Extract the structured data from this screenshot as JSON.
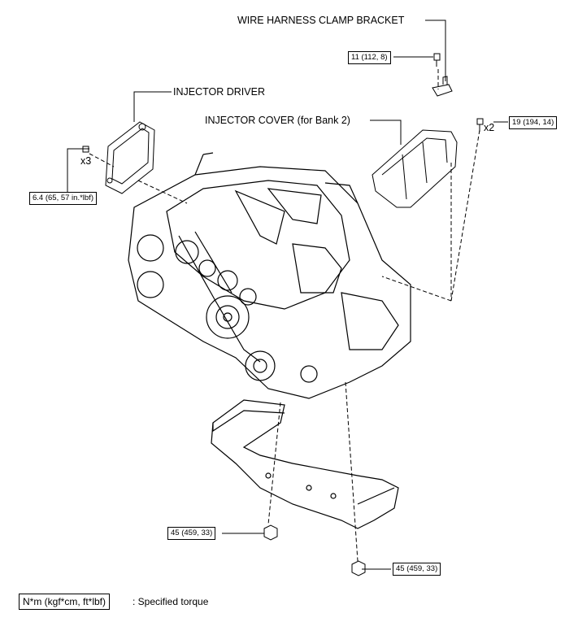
{
  "labels": {
    "wire_harness_bracket": "WIRE HARNESS CLAMP BRACKET",
    "injector_driver": "INJECTOR DRIVER",
    "injector_cover": "INJECTOR COVER (for Bank 2)"
  },
  "torques": {
    "bracket_bolt": "11 (112, 8)",
    "cover_bolts": "19 (194, 14)",
    "driver_bolts": "6.4 (65, 57 in.*lbf)",
    "mount_nut_left": "45 (459, 33)",
    "mount_nut_right": "45 (459, 33)"
  },
  "quantities": {
    "cover_bolts": "x2",
    "driver_bolts": "x3"
  },
  "legend": {
    "unit": "N*m (kgf*cm, ft*lbf)",
    "description": ": Specified torque"
  }
}
